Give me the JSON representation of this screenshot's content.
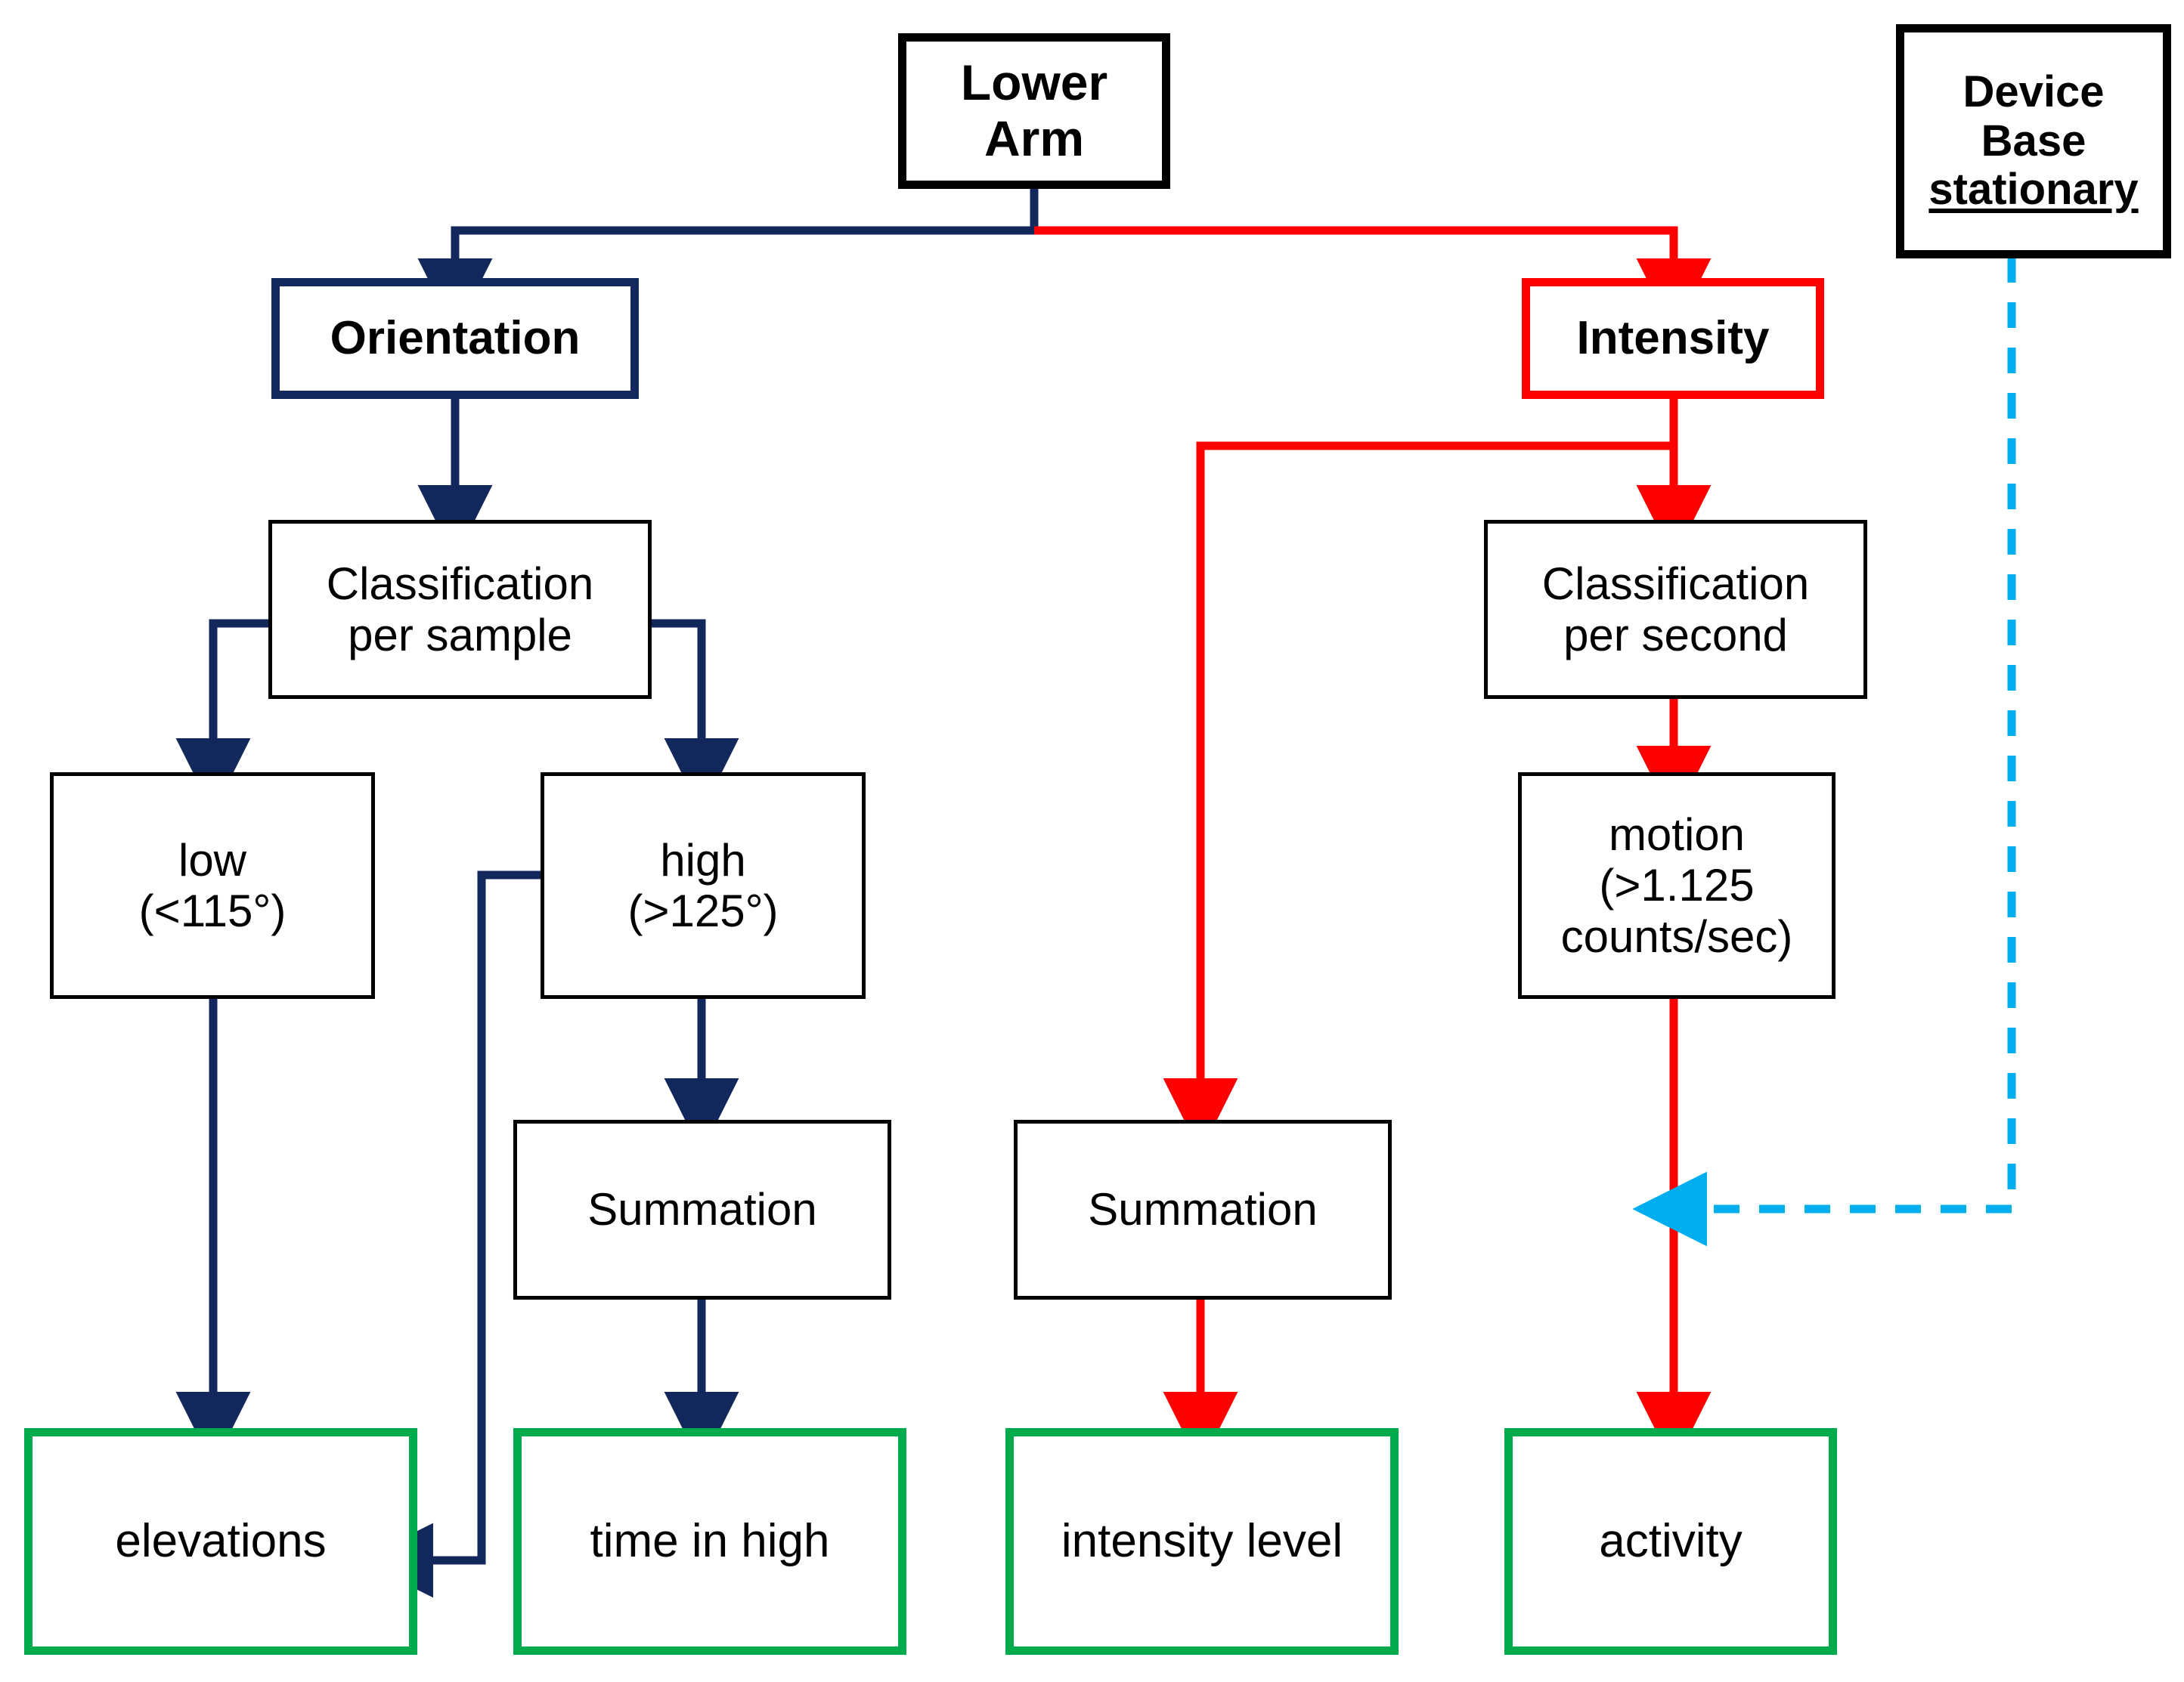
{
  "diagram": {
    "title": "Lower Arm sensor data processing flowchart",
    "background": "#ffffff",
    "colors": {
      "black": "#000000",
      "navy": "#12275c",
      "red": "#fe0000",
      "green": "#00ab4e",
      "cyan": "#00aeef"
    }
  },
  "nodes": {
    "lower_arm": {
      "label": "Lower\nArm"
    },
    "device_base": {
      "label_line1": "Device",
      "label_line2": "Base",
      "label_line3": "stationary"
    },
    "orientation": {
      "label": "Orientation"
    },
    "intensity": {
      "label": "Intensity"
    },
    "classification_per_sample": {
      "label": "Classification\nper sample"
    },
    "classification_per_second": {
      "label": "Classification\nper second"
    },
    "low": {
      "label": "low\n(<115°)"
    },
    "high": {
      "label": "high\n(>125°)"
    },
    "motion": {
      "label": "motion\n(>1.125\ncounts/sec)"
    },
    "summation_left": {
      "label": "Summation"
    },
    "summation_right": {
      "label": "Summation"
    },
    "elevations": {
      "label": "elevations"
    },
    "time_in_high": {
      "label": "time in high"
    },
    "intensity_level": {
      "label": "intensity level"
    },
    "activity": {
      "label": "activity"
    }
  },
  "edges": [
    {
      "from": "lower_arm",
      "to": "orientation",
      "color": "#12275c",
      "style": "solid"
    },
    {
      "from": "lower_arm",
      "to": "intensity",
      "color": "#fe0000",
      "style": "solid"
    },
    {
      "from": "orientation",
      "to": "classification_per_sample",
      "color": "#12275c",
      "style": "solid"
    },
    {
      "from": "classification_per_sample",
      "to": "low",
      "color": "#12275c",
      "style": "solid"
    },
    {
      "from": "classification_per_sample",
      "to": "high",
      "color": "#12275c",
      "style": "solid"
    },
    {
      "from": "low",
      "to": "elevations",
      "color": "#12275c",
      "style": "solid"
    },
    {
      "from": "high",
      "to": "summation_left",
      "color": "#12275c",
      "style": "solid"
    },
    {
      "from": "high",
      "to": "elevations",
      "color": "#12275c",
      "style": "solid"
    },
    {
      "from": "summation_left",
      "to": "time_in_high",
      "color": "#12275c",
      "style": "solid"
    },
    {
      "from": "intensity",
      "to": "classification_per_second",
      "color": "#fe0000",
      "style": "solid"
    },
    {
      "from": "intensity",
      "to": "summation_right",
      "color": "#fe0000",
      "style": "solid"
    },
    {
      "from": "classification_per_second",
      "to": "motion",
      "color": "#fe0000",
      "style": "solid"
    },
    {
      "from": "motion",
      "to": "activity",
      "color": "#fe0000",
      "style": "solid"
    },
    {
      "from": "summation_right",
      "to": "intensity_level",
      "color": "#fe0000",
      "style": "solid"
    },
    {
      "from": "device_base",
      "to": "motion_to_activity_line",
      "color": "#00aeef",
      "style": "dashed"
    }
  ]
}
